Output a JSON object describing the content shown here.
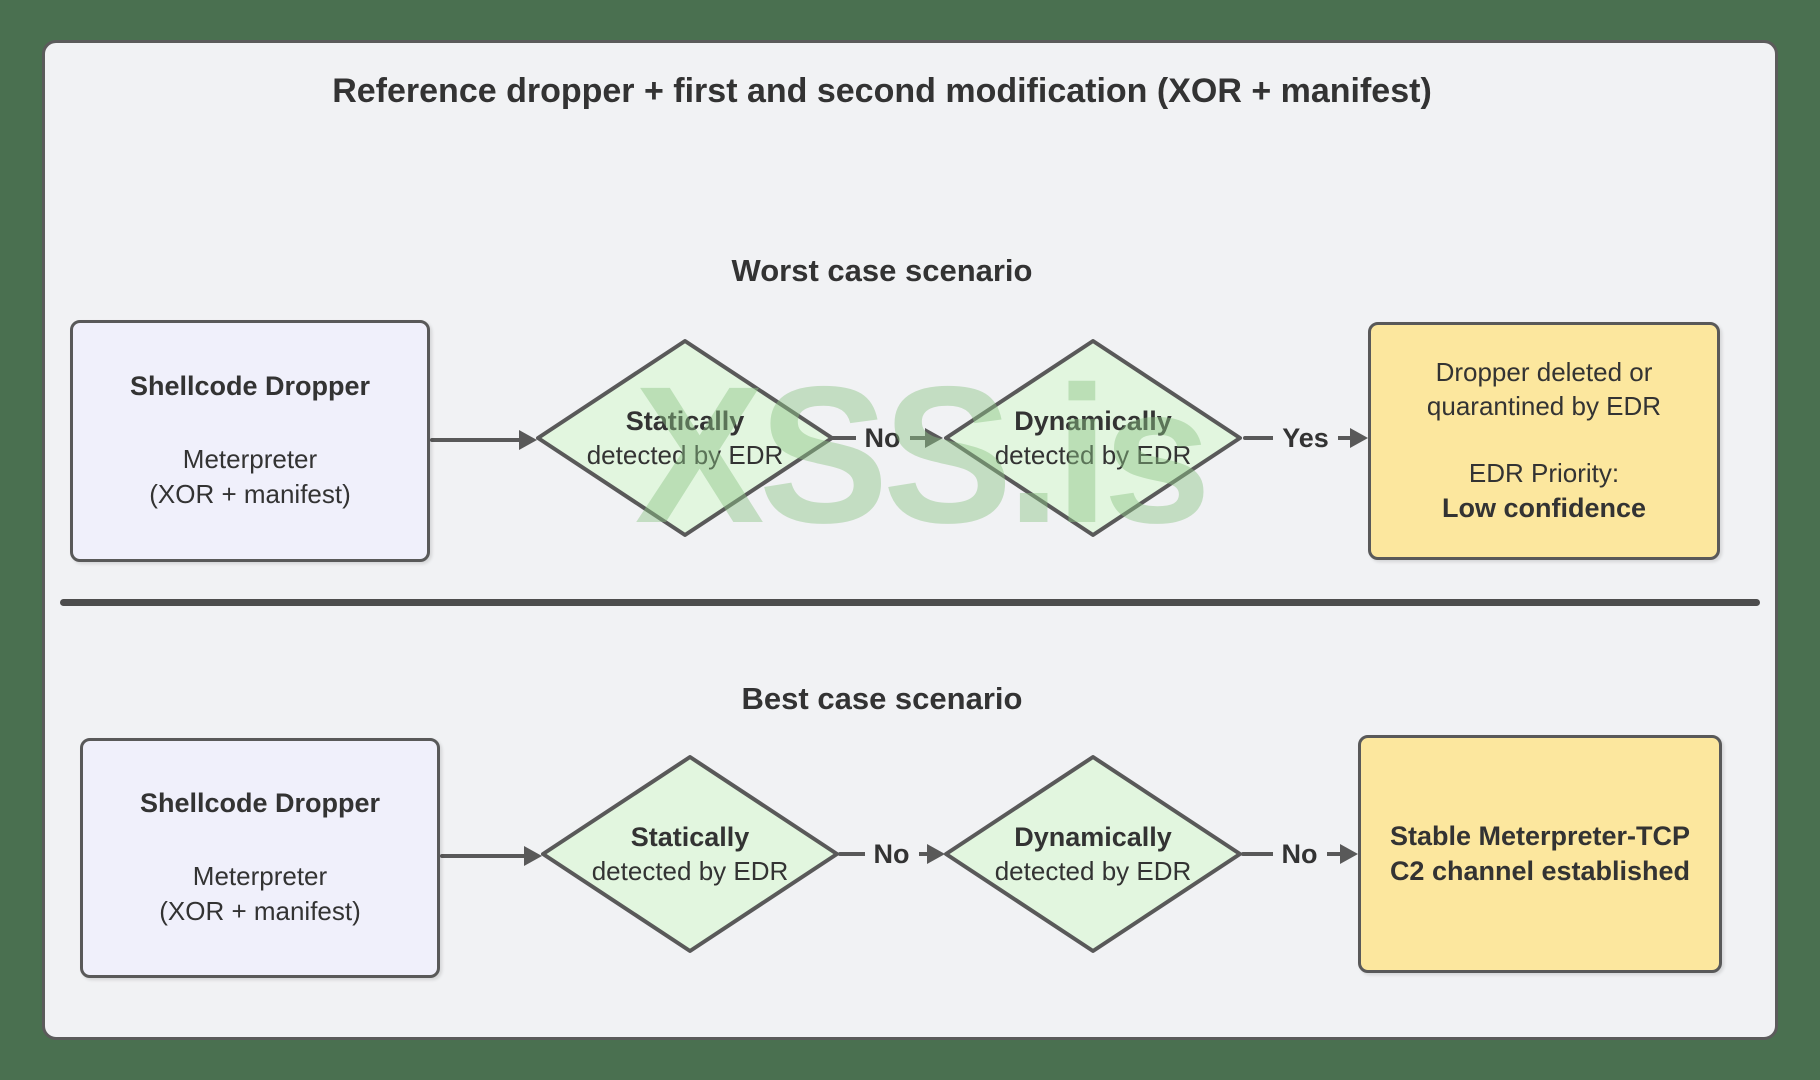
{
  "title": "Reference dropper + first and second modification (XOR + manifest)",
  "watermark": "XSS.is",
  "colors": {
    "outer_background": "#4A7050",
    "panel_background": "#F1F2F4",
    "panel_border": "#5B5B5B",
    "node_border": "#595959",
    "dropper_fill": "#F0F0FB",
    "decision_fill": "#E2F6DF",
    "result_fill": "#FCE79E",
    "connector": "#595959",
    "divider": "#4D4D4D",
    "text": "#333333",
    "watermark_green": "#8CC484"
  },
  "scenarios": [
    {
      "heading": "Worst case scenario",
      "dropper": {
        "title": "Shellcode Dropper",
        "line1": "Meterpreter",
        "line2": "(XOR + manifest)"
      },
      "decision1": {
        "emphasis": "Statically",
        "rest": "detected by EDR"
      },
      "edge1": "No",
      "decision2": {
        "emphasis": "Dynamically",
        "rest": "detected by EDR"
      },
      "edge2": "Yes",
      "result": {
        "line1": "Dropper deleted or",
        "line2": "quarantined by EDR",
        "label": "EDR Priority:",
        "emphasis": "Low confidence"
      }
    },
    {
      "heading": "Best case scenario",
      "dropper": {
        "title": "Shellcode Dropper",
        "line1": "Meterpreter",
        "line2": "(XOR + manifest)"
      },
      "decision1": {
        "emphasis": "Statically",
        "rest": "detected by EDR"
      },
      "edge1": "No",
      "decision2": {
        "emphasis": "Dynamically",
        "rest": "detected by EDR"
      },
      "edge2": "No",
      "result": {
        "line1": "Stable Meterpreter-TCP",
        "line2": "C2 channel established"
      }
    }
  ]
}
